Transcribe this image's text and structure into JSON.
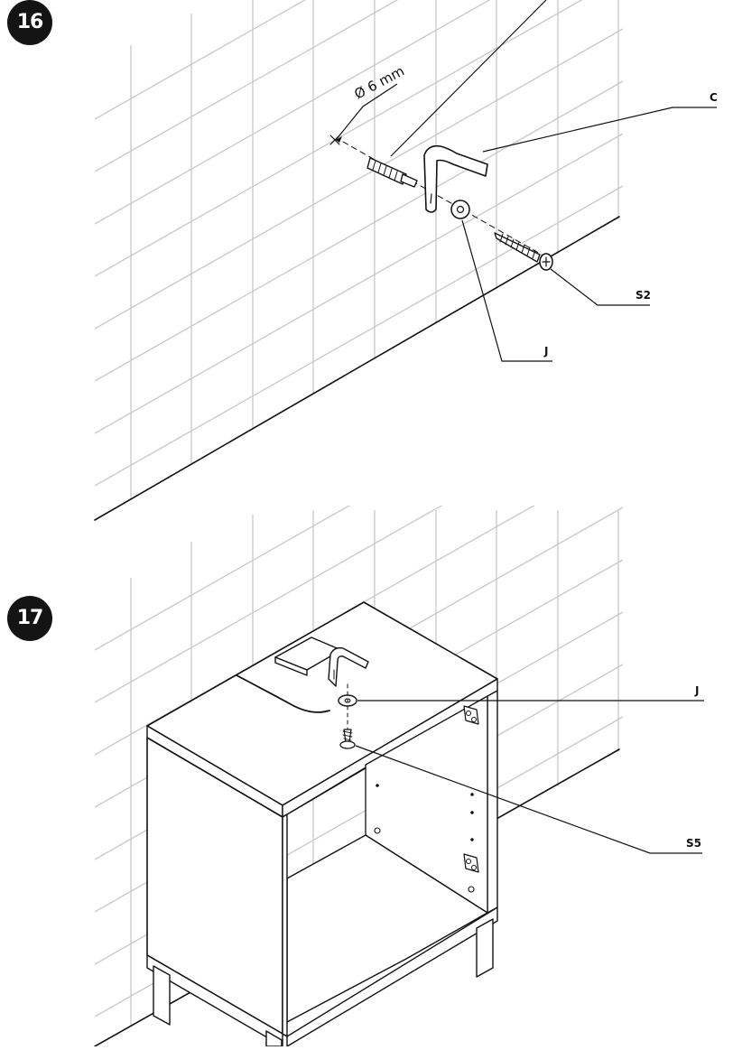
{
  "steps": [
    {
      "number": "16",
      "drill_size": "Ø 6 mm",
      "parts": {
        "bracket": "C",
        "screw": "S2",
        "washer": "J"
      }
    },
    {
      "number": "17",
      "parts": {
        "washer": "J",
        "screw": "S5"
      }
    }
  ],
  "colors": {
    "ink": "#111111",
    "tile_grid": "#c8c8c8",
    "badge": "#141414"
  }
}
